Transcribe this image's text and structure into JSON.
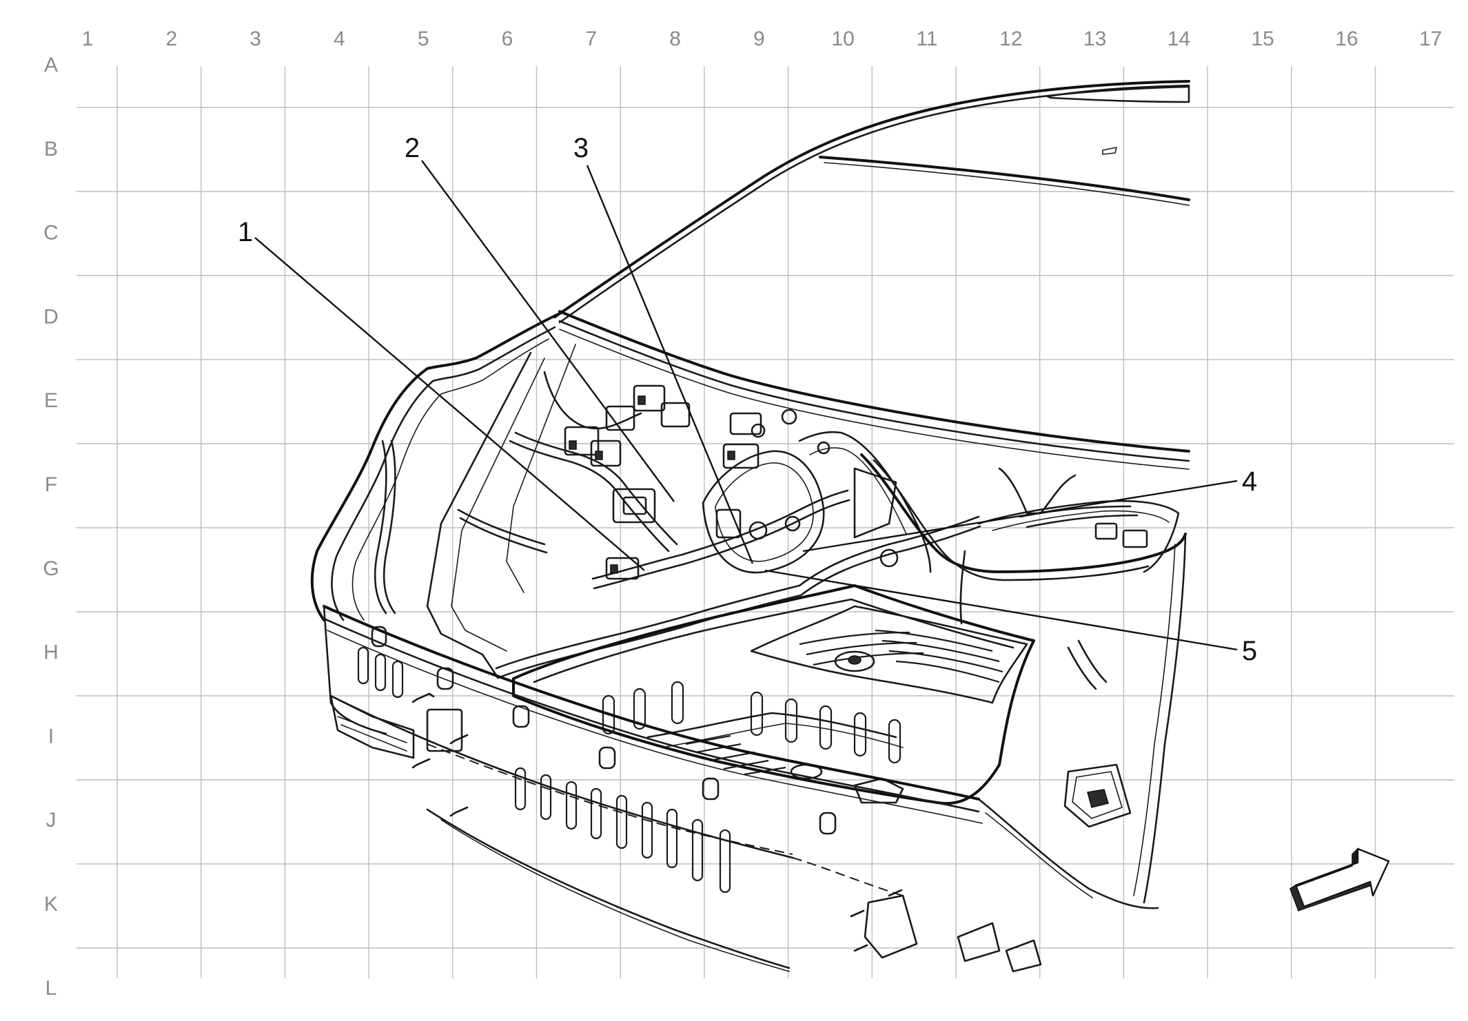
{
  "grid": {
    "columns": [
      "1",
      "2",
      "3",
      "4",
      "5",
      "6",
      "7",
      "8",
      "9",
      "10",
      "11",
      "12",
      "13",
      "14",
      "15",
      "16",
      "17"
    ],
    "rows": [
      "A",
      "B",
      "C",
      "D",
      "E",
      "F",
      "G",
      "H",
      "I",
      "J",
      "K",
      "L"
    ]
  },
  "callouts": [
    "1",
    "2",
    "3",
    "4",
    "5"
  ],
  "icons": {
    "orientation_arrow": "direction-arrow-icon"
  }
}
